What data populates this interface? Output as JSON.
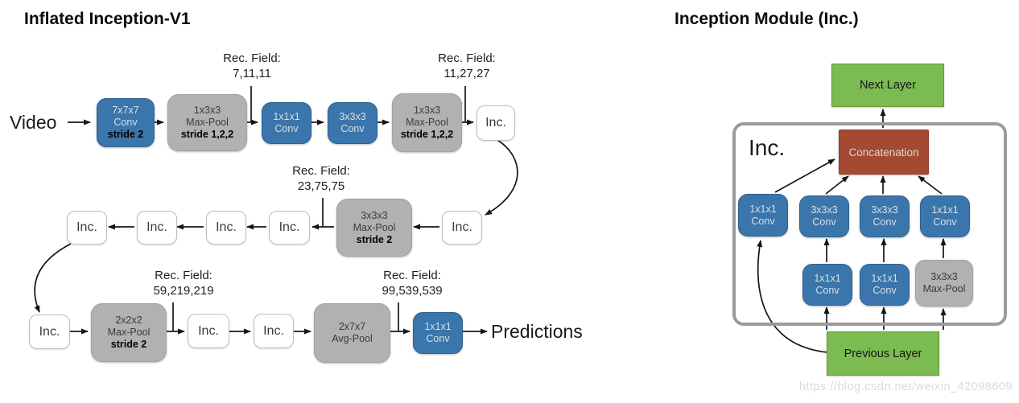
{
  "left": {
    "title": "Inflated Inception-V1",
    "input_label": "Video",
    "output_label": "Predictions",
    "rec_fields": {
      "rf1": {
        "label": "Rec. Field:",
        "value": "7,11,11"
      },
      "rf2": {
        "label": "Rec. Field:",
        "value": "11,27,27"
      },
      "rf3": {
        "label": "Rec. Field:",
        "value": "23,75,75"
      },
      "rf4": {
        "label": "Rec. Field:",
        "value": "59,219,219"
      },
      "rf5": {
        "label": "Rec. Field:",
        "value": "99,539,539"
      }
    },
    "nodes": {
      "conv1": {
        "l1": "7x7x7",
        "l2": "Conv",
        "l3": "stride 2"
      },
      "pool1": {
        "l1": "1x3x3",
        "l2": "Max-Pool",
        "l3": "stride 1,2,2"
      },
      "conv2": {
        "l1": "1x1x1",
        "l2": "Conv"
      },
      "conv3": {
        "l1": "3x3x3",
        "l2": "Conv"
      },
      "pool2": {
        "l1": "1x3x3",
        "l2": "Max-Pool",
        "l3": "stride 1,2,2"
      },
      "pool3": {
        "l1": "3x3x3",
        "l2": "Max-Pool",
        "l3": "stride 2"
      },
      "pool4": {
        "l1": "2x2x2",
        "l2": "Max-Pool",
        "l3": "stride 2"
      },
      "avgpool": {
        "l1": "2x7x7",
        "l2": "Avg-Pool"
      },
      "conv_final": {
        "l1": "1x1x1",
        "l2": "Conv"
      }
    }
  },
  "labels": {
    "inc": "Inc."
  },
  "right": {
    "title": "Inception Module (Inc.)",
    "next_layer": "Next Layer",
    "previous_layer": "Previous Layer",
    "inc_label": "Inc.",
    "concatenation": "Concatenation",
    "branch_top": {
      "b1": {
        "l1": "1x1x1",
        "l2": "Conv"
      },
      "b2": {
        "l1": "3x3x3",
        "l2": "Conv"
      },
      "b3": {
        "l1": "3x3x3",
        "l2": "Conv"
      },
      "b4": {
        "l1": "1x1x1",
        "l2": "Conv"
      }
    },
    "branch_mid": {
      "m1": {
        "l1": "1x1x1",
        "l2": "Conv"
      },
      "m2": {
        "l1": "1x1x1",
        "l2": "Conv"
      },
      "m3": {
        "l1": "3x3x3",
        "l2": "Max-Pool"
      }
    }
  },
  "watermark": "https://blog.csdn.net/weixin_42098609",
  "colors": {
    "conv_blue": "#3a76ab",
    "pool_gray": "#b1b1b1",
    "concat_red": "#a44a33",
    "layer_green": "#7cba52",
    "module_border_gray": "#9b9b9b",
    "arrow_black": "#151515"
  }
}
